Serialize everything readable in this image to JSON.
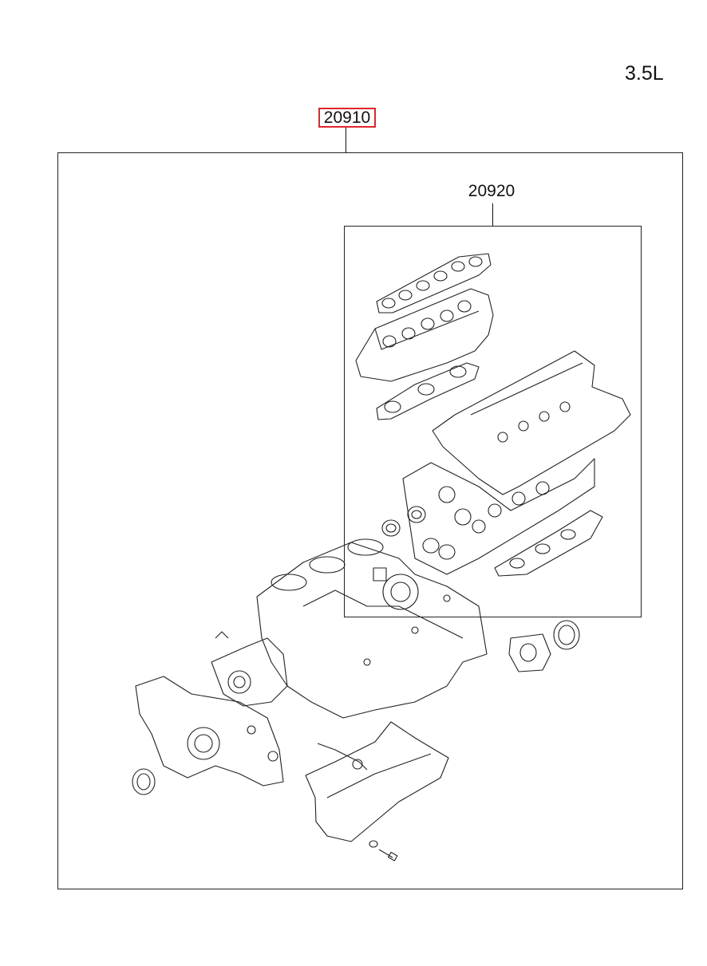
{
  "engine_spec": "3.5L",
  "callouts": {
    "main_kit": "20910",
    "sub_kit": "20920"
  },
  "colors": {
    "highlight": "#e0242b",
    "line": "#222222"
  }
}
